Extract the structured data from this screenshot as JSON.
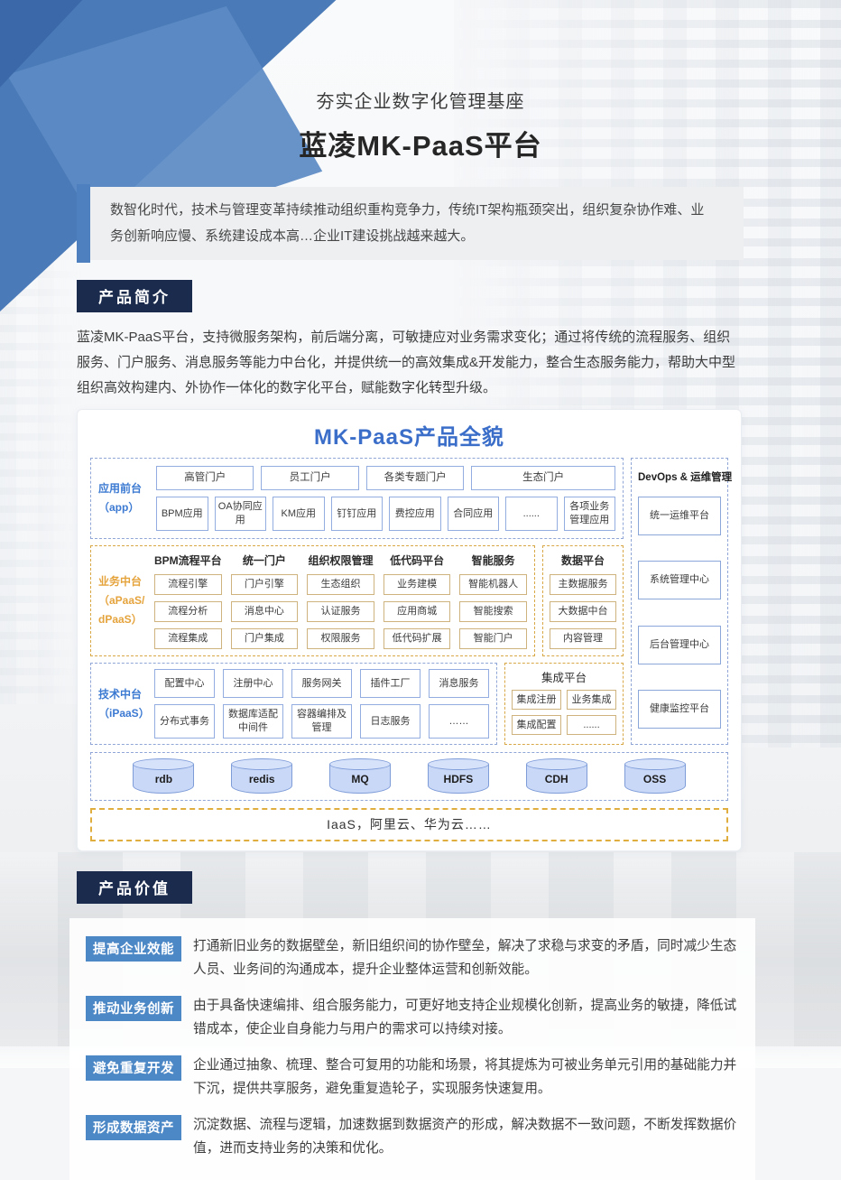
{
  "header": {
    "subtitle": "夯实企业数字化管理基座",
    "title": "蓝凌MK-PaaS平台",
    "intro_quote": "数智化时代，技术与管理变革持续推动组织重构竞争力，传统IT架构瓶颈突出，组织复杂协作难、业务创新响应慢、系统建设成本高…企业IT建设挑战越来越大。"
  },
  "sections": {
    "intro": {
      "heading": "产品简介",
      "paragraph": "蓝凌MK-PaaS平台，支持微服务架构，前后端分离，可敏捷应对业务需求变化；通过将传统的流程服务、组织服务、门户服务、消息服务等能力中台化，并提供统一的高效集成&开发能力，整合生态服务能力，帮助大中型组织高效构建内、外协作一体化的数字化平台，赋能数字化转型升级。"
    },
    "value": {
      "heading": "产品价值",
      "items": [
        {
          "label": "提高企业效能",
          "text": "打通新旧业务的数据壁垒，新旧组织间的协作壁垒，解决了求稳与求变的矛盾，同时减少生态人员、业务间的沟通成本，提升企业整体运营和创新效能。"
        },
        {
          "label": "推动业务创新",
          "text": "由于具备快速编排、组合服务能力，可更好地支持企业规模化创新，提高业务的敏捷，降低试错成本，使企业自身能力与用户的需求可以持续对接。"
        },
        {
          "label": "避免重复开发",
          "text": "企业通过抽象、梳理、整合可复用的功能和场景，将其提炼为可被业务单元引用的基础能力并下沉，提供共享服务，避免重复造轮子，实现服务快速复用。"
        },
        {
          "label": "形成数据资产",
          "text": "沉淀数据、流程与逻辑，加速数据到数据资产的形成，解决数据不一致问题，不断发挥数据价值，进而支持业务的决策和优化。"
        }
      ]
    }
  },
  "diagram": {
    "title": "MK-PaaS产品全貌",
    "colors": {
      "blue_accent": "#3c7ad2",
      "gold_accent": "#e5a33c",
      "navy_tag": "#1a2b4d",
      "badge_blue": "#4c87c6",
      "deco_blue": "#4a7ab7"
    },
    "app_layer": {
      "label": "应用前台\n（app）",
      "portals": [
        "高管门户",
        "员工门户",
        "各类专题门户",
        "生态门户"
      ],
      "apps": [
        "BPM应用",
        "OA协同应用",
        "KM应用",
        "钉钉应用",
        "费控应用",
        "合同应用",
        "......",
        "各项业务管理应用"
      ]
    },
    "business_layer": {
      "label": "业务中台\n（aPaaS/\ndPaaS）",
      "columns": [
        {
          "header": "BPM流程平台",
          "items": [
            "流程引擎",
            "流程分析",
            "流程集成"
          ]
        },
        {
          "header": "统一门户",
          "items": [
            "门户引擎",
            "消息中心",
            "门户集成"
          ]
        },
        {
          "header": "组织权限管理",
          "items": [
            "生态组织",
            "认证服务",
            "权限服务"
          ]
        },
        {
          "header": "低代码平台",
          "items": [
            "业务建模",
            "应用商城",
            "低代码扩展"
          ]
        },
        {
          "header": "智能服务",
          "items": [
            "智能机器人",
            "智能搜索",
            "智能门户"
          ]
        }
      ]
    },
    "data_platform": {
      "header": "数据平台",
      "items": [
        "主数据服务",
        "大数据中台",
        "内容管理"
      ]
    },
    "tech_layer": {
      "label": "技术中台\n（iPaaS）",
      "items": [
        "配置中心",
        "注册中心",
        "服务网关",
        "插件工厂",
        "消息服务",
        "分布式事务",
        "数据库适配中间件",
        "容器编排及管理",
        "日志服务",
        "……"
      ]
    },
    "integration_platform": {
      "header": "集成平台",
      "items": [
        "集成注册",
        "业务集成",
        "集成配置",
        "......"
      ]
    },
    "devops": {
      "header": "DevOps & 运维管理",
      "items": [
        "统一运维平台",
        "系统管理中心",
        "后台管理中心",
        "健康监控平台"
      ]
    },
    "storage": [
      "rdb",
      "redis",
      "MQ",
      "HDFS",
      "CDH",
      "OSS"
    ],
    "iaas": "IaaS，阿里云、华为云……"
  }
}
